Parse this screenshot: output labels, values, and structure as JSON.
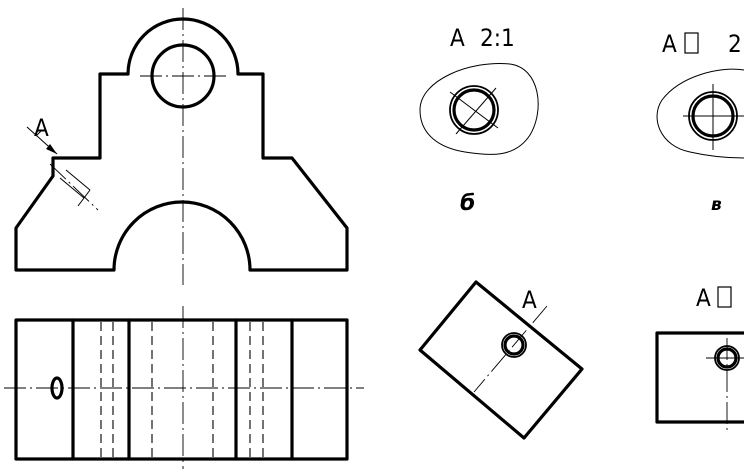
{
  "labels": {
    "view_arrow": "А",
    "view_b_title_letter": "А",
    "view_b_title_scale": "2:1",
    "view_v_title_letter": "А",
    "view_v_title_scale": "2",
    "view_g_letter": "А",
    "view_d_letter": "А",
    "caption_b": "б",
    "caption_v": "в"
  }
}
